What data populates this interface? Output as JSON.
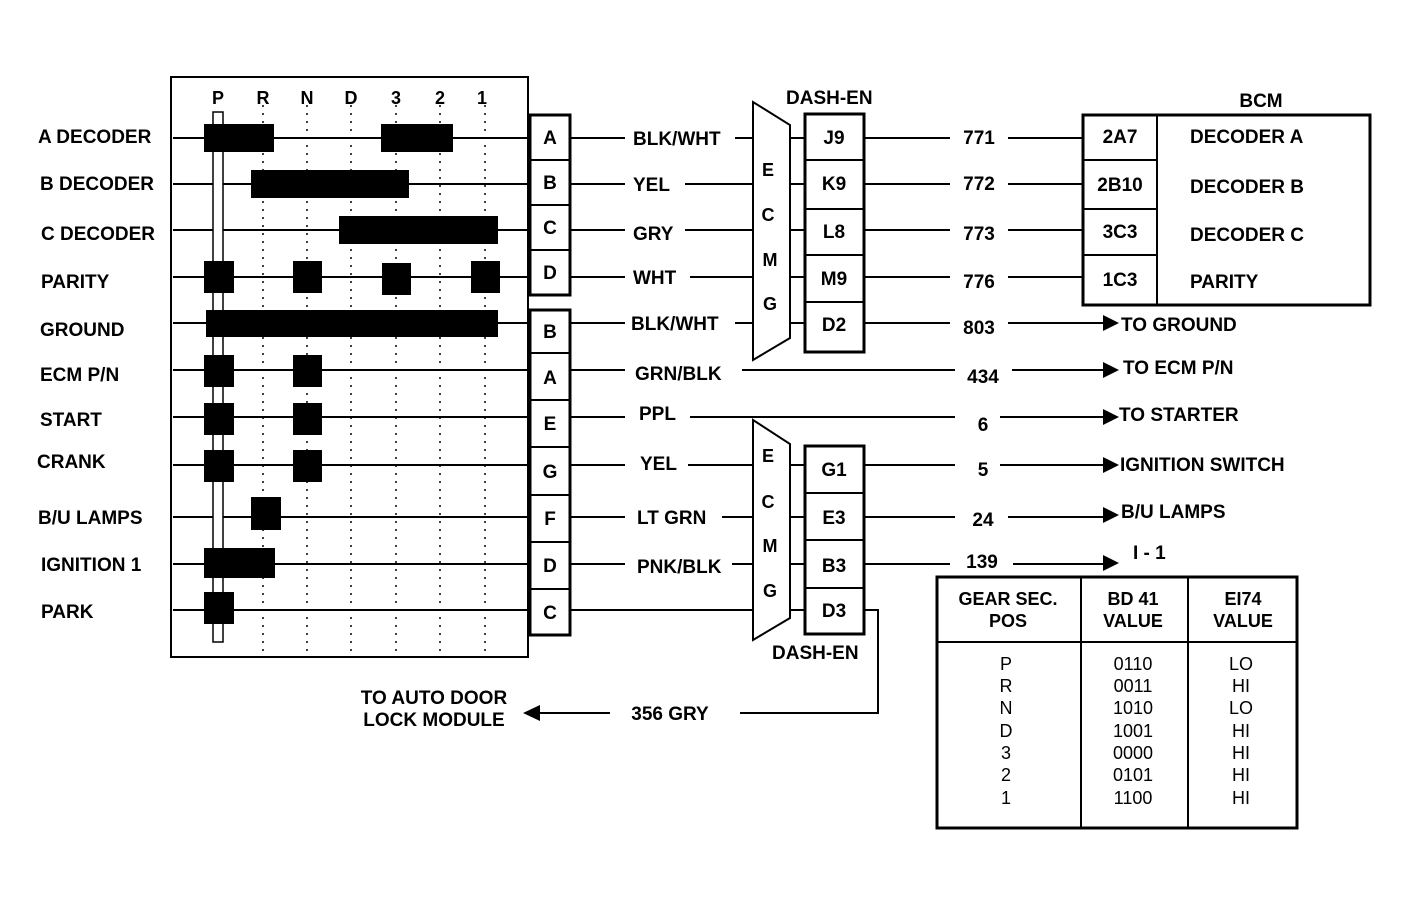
{
  "switch": {
    "gear_positions": [
      "P",
      "R",
      "N",
      "D",
      "3",
      "2",
      "1"
    ],
    "circuits": [
      {
        "label": "A DECODER",
        "pin": "A"
      },
      {
        "label": "B DECODER",
        "pin": "B"
      },
      {
        "label": "C DECODER",
        "pin": "C"
      },
      {
        "label": "PARITY",
        "pin": "D"
      },
      {
        "label": "GROUND",
        "pin": "B"
      },
      {
        "label": "ECM P/N",
        "pin": "A"
      },
      {
        "label": "START",
        "pin": "E"
      },
      {
        "label": "CRANK",
        "pin": "G"
      },
      {
        "label": "B/U LAMPS",
        "pin": "F"
      },
      {
        "label": "IGNITION 1",
        "pin": "D"
      },
      {
        "label": "PARK",
        "pin": "C"
      }
    ]
  },
  "wires": [
    "BLK/WHT",
    "YEL",
    "GRY",
    "WHT",
    "BLK/WHT",
    "GRN/BLK",
    "PPL",
    "YEL",
    "LT GRN",
    "PNK/BLK"
  ],
  "connector_top": {
    "label": "DASH-EN",
    "ecmg": [
      "E",
      "C",
      "M",
      "G"
    ],
    "pins": [
      "J9",
      "K9",
      "L8",
      "M9",
      "D2"
    ],
    "circuit_numbers": [
      "771",
      "772",
      "773",
      "776",
      "803"
    ]
  },
  "connector_bottom": {
    "label": "DASH-EN",
    "ecmg": [
      "E",
      "C",
      "M",
      "G"
    ],
    "pins": [
      "G1",
      "E3",
      "B3",
      "D3"
    ],
    "circuit_numbers": [
      "5",
      "24",
      "139"
    ]
  },
  "bcm": {
    "title": "BCM",
    "pins": [
      "2A7",
      "2B10",
      "3C3",
      "1C3"
    ],
    "functions": [
      "DECODER A",
      "DECODER B",
      "DECODER C",
      "PARITY"
    ]
  },
  "middle_circuits": [
    "434",
    "6"
  ],
  "destinations": [
    "TO GROUND",
    "TO ECM P/N",
    "TO  STARTER",
    "IGNITION SWITCH",
    "B/U LAMPS",
    "I - 1"
  ],
  "auto_door": {
    "label_line1": "TO AUTO DOOR",
    "label_line2": "LOCK MODULE",
    "circuit": "356 GRY"
  },
  "table": {
    "headers": [
      [
        "GEAR SEC.",
        "POS"
      ],
      [
        "BD 41",
        "VALUE"
      ],
      [
        "EI74",
        "VALUE"
      ]
    ],
    "rows": [
      [
        "P",
        "0110",
        "LO"
      ],
      [
        "R",
        "0011",
        "HI"
      ],
      [
        "N",
        "1010",
        "LO"
      ],
      [
        "D",
        "1001",
        "HI"
      ],
      [
        "3",
        "0000",
        "HI"
      ],
      [
        "2",
        "0101",
        "HI"
      ],
      [
        "1",
        "1100",
        "HI"
      ]
    ]
  }
}
